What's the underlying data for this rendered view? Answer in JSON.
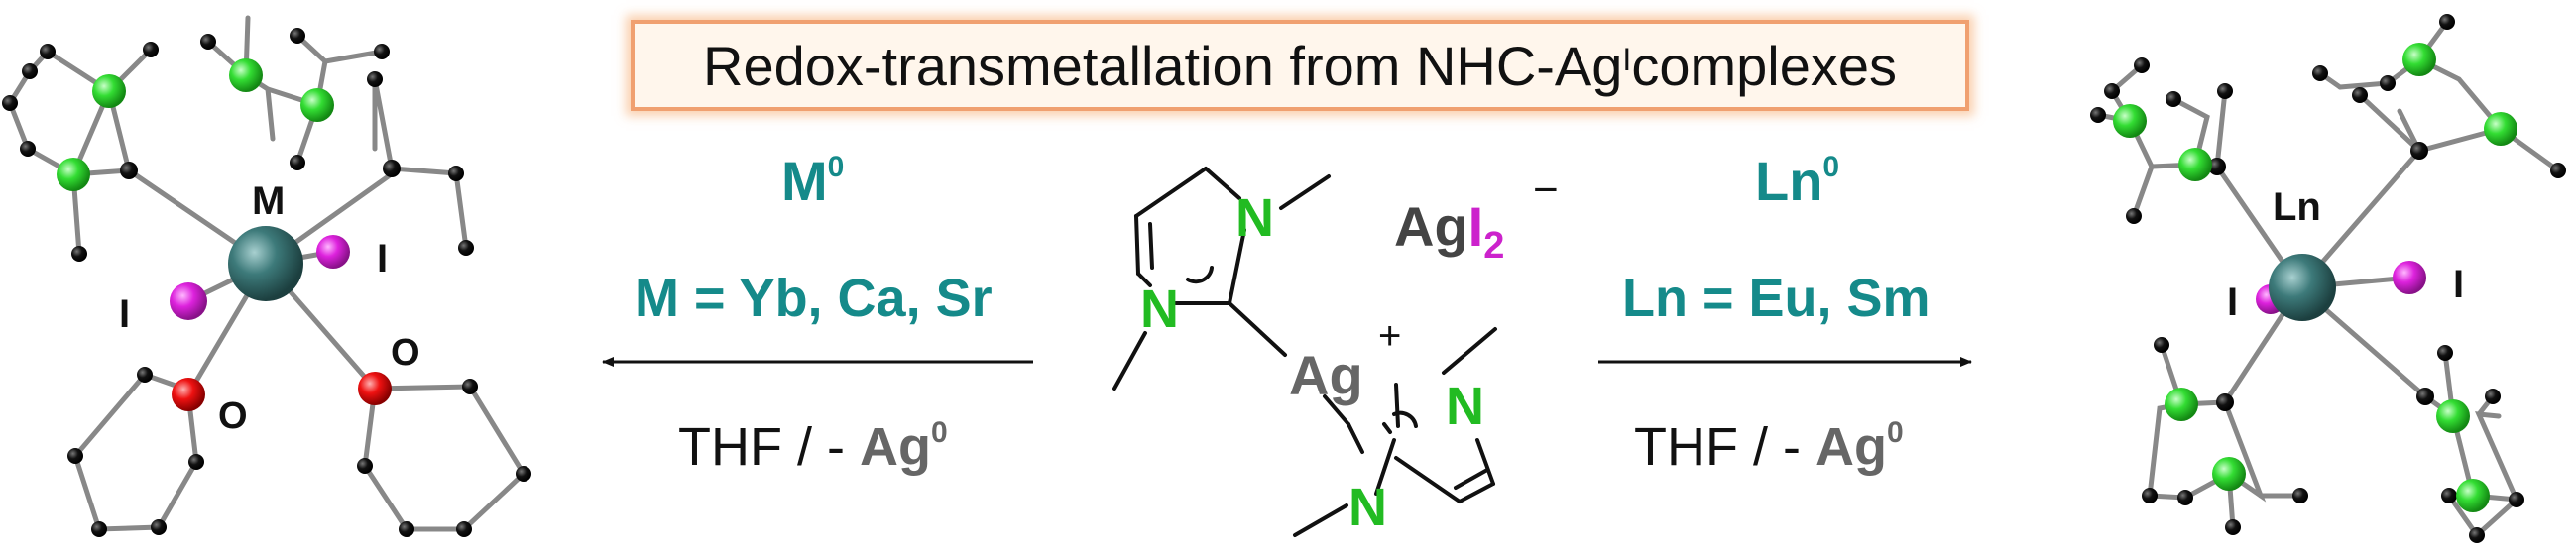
{
  "title": {
    "text": "Redox-transmetallation from NHC-Ag",
    "superscript": "I",
    "suffix": " complexes"
  },
  "left_arrow": {
    "reagent_main": "M",
    "reagent_sup": "0",
    "reagent_list": "M = Yb, Ca, Sr",
    "condition_prefix": "THF / - ",
    "condition_metal": "Ag",
    "condition_sup": "0"
  },
  "right_arrow": {
    "reagent_main": "Ln",
    "reagent_sup": "0",
    "reagent_list": "Ln = Eu, Sm",
    "condition_prefix": "THF / - ",
    "condition_metal": "Ag",
    "condition_sup": "0"
  },
  "center_complex": {
    "n_label": "N",
    "ag_label": "Ag",
    "ag_charge": "+",
    "anion_ag": "Ag",
    "anion_i": "I",
    "anion_sub": "2",
    "anion_charge": "−"
  },
  "left_molecule": {
    "metal": "M",
    "halide": "I",
    "oxygen": "O"
  },
  "right_molecule": {
    "metal": "Ln",
    "halide": "I"
  },
  "colors": {
    "teal": "#158a8a",
    "grey_text": "#666666",
    "nitrogen": "#22bb22",
    "iodine": "#cc22cc",
    "oxygen": "#dd1111",
    "metal_atom": "#3d7a7a",
    "carbon": "#111111",
    "bond": "#888888",
    "title_border": "#f0a070"
  }
}
